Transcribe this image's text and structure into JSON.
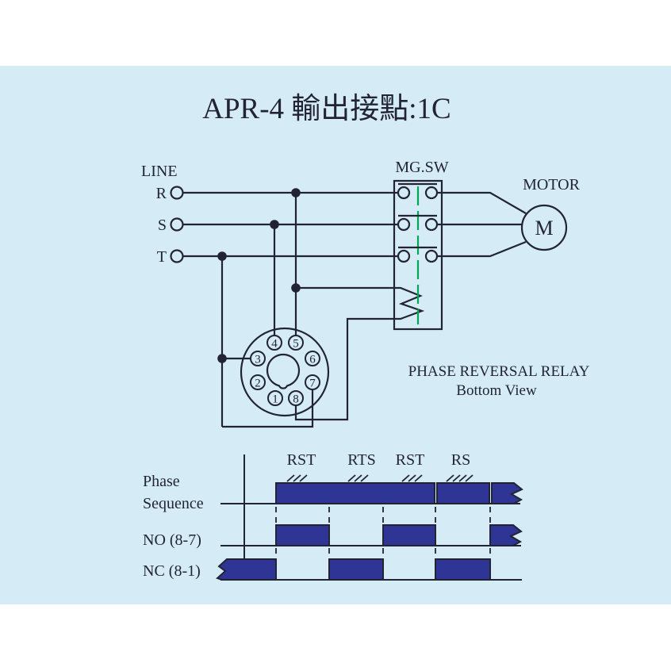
{
  "title": "APR-4 輸出接點:1C",
  "colors": {
    "background": "#d5ecf7",
    "ink": "#222433",
    "bar_fill": "#2e3594",
    "mgsw_green": "#00a755"
  },
  "circuit": {
    "line_label": "LINE",
    "phase_r": "R",
    "phase_s": "S",
    "phase_t": "T",
    "mgsw_label": "MG.SW",
    "motor_label": "MOTOR",
    "motor_symbol": "M",
    "caption_line1": "PHASE REVERSAL RELAY",
    "caption_line2": "Bottom View",
    "pins": {
      "p1": "1",
      "p2": "2",
      "p3": "3",
      "p4": "4",
      "p5": "5",
      "p6": "6",
      "p7": "7",
      "p8": "8"
    }
  },
  "timing_chart": {
    "type": "timing",
    "time_segments": [
      "RST",
      "RTS",
      "RST",
      "RS"
    ],
    "row_labels": {
      "phase_line1": "Phase",
      "phase_line2": "Sequence",
      "no": "NO (8-7)",
      "nc": "NC (8-1)"
    },
    "signals": [
      {
        "label": "Phase Sequence",
        "on_per_segment": [
          1,
          1,
          1,
          1
        ],
        "dividers_after": [
          "RST-3",
          "RS"
        ],
        "right_edge": "torn"
      },
      {
        "label": "NO (8-7)",
        "on_per_segment": [
          1,
          0,
          1,
          0
        ],
        "tail_after_end": "on-torn"
      },
      {
        "label": "NC (8-1)",
        "lead_before_start": "on-torn",
        "on_per_segment": [
          0,
          1,
          0,
          1
        ]
      }
    ]
  }
}
